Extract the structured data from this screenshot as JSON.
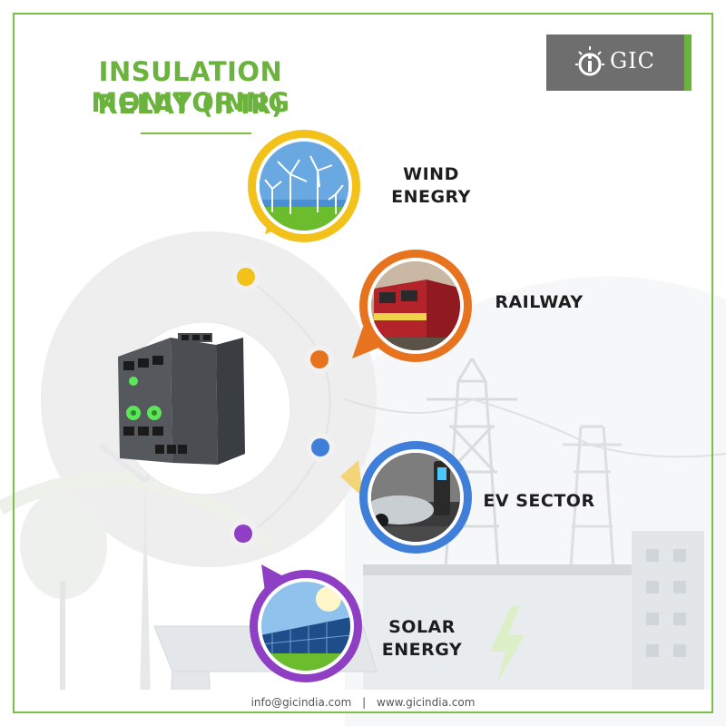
{
  "title": {
    "line1": "INSULATION MONITORING",
    "line2": "RELAY (IMR)"
  },
  "logo": {
    "text": "GIC",
    "icon": "gic-logo-icon"
  },
  "sectors": [
    {
      "label_line1": "WIND",
      "label_line2": "ENEGRY",
      "icon": "wind-turbine-icon",
      "color": "#f2c21b"
    },
    {
      "label_line1": "RAILWAY",
      "label_line2": "",
      "icon": "train-icon",
      "color": "#e8731f"
    },
    {
      "label_line1": "EV SECTOR",
      "label_line2": "",
      "icon": "ev-charger-icon",
      "color": "#3f7fd9"
    },
    {
      "label_line1": "SOLAR",
      "label_line2": "ENERGY",
      "icon": "solar-panel-icon",
      "color": "#8e3fc4"
    }
  ],
  "product": {
    "icon": "relay-device-icon"
  },
  "footer": {
    "email": "info@gicindia.com",
    "separator": "|",
    "website": "www.gicindia.com"
  },
  "colors": {
    "brand_green": "#6cb33e",
    "logo_grey": "#6e6e6e",
    "yellow": "#f2c21b",
    "orange": "#e8731f",
    "blue": "#3f7fd9",
    "purple": "#8e3fc4"
  }
}
